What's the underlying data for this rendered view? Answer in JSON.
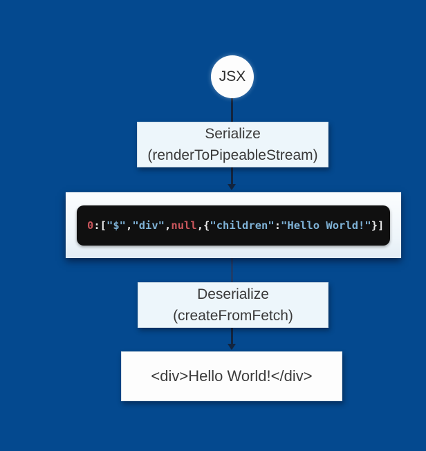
{
  "canvas": {
    "background": "#04498f"
  },
  "colors": {
    "connector": "#13253f",
    "subtle_connector": "#1d3d6b",
    "node_fill": "#fdfdfd",
    "label_box_fill": "#edf6fb",
    "code_background": "#101010",
    "syntax": {
      "number": "#c9565c",
      "keyword": "#c9565c",
      "string": "#7fb2d6",
      "punct": "#e8e8e8"
    }
  },
  "nodes": {
    "jsx": {
      "label": "JSX"
    },
    "serialize": {
      "title": "Serialize",
      "subtitle": "(renderToPipeableStream)"
    },
    "payload": {
      "code": "0:[\"$\",\"div\",null,{\"children\":\"Hello World!\"}]",
      "tokens": [
        {
          "text": "0",
          "type": "number"
        },
        {
          "text": ":[",
          "type": "punct"
        },
        {
          "text": "\"$\"",
          "type": "string"
        },
        {
          "text": ",",
          "type": "punct"
        },
        {
          "text": "\"div\"",
          "type": "string"
        },
        {
          "text": ",",
          "type": "punct"
        },
        {
          "text": "null",
          "type": "keyword"
        },
        {
          "text": ",{",
          "type": "punct"
        },
        {
          "text": "\"children\"",
          "type": "string"
        },
        {
          "text": ":",
          "type": "punct"
        },
        {
          "text": "\"Hello World!\"",
          "type": "string"
        },
        {
          "text": "}]",
          "type": "punct"
        }
      ]
    },
    "deserialize": {
      "title": "Deserialize",
      "subtitle": "(createFromFetch)"
    },
    "output": {
      "label": "<div>Hello World!</div>"
    }
  }
}
